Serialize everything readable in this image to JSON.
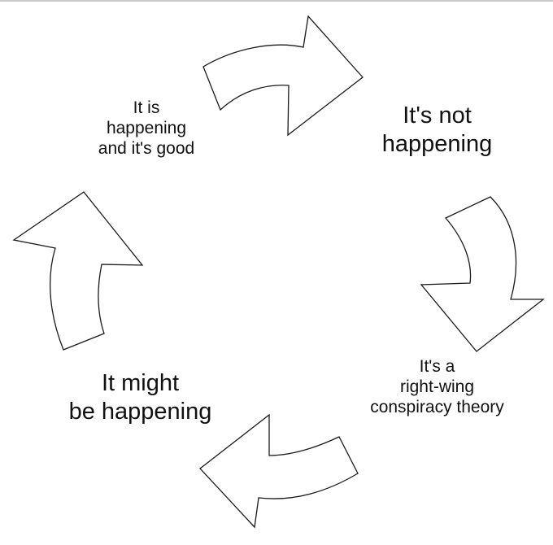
{
  "diagram": {
    "stages": [
      {
        "id": "good",
        "lines": [
          "It is",
          "happening",
          "and it's good"
        ]
      },
      {
        "id": "not",
        "lines": [
          "It's not",
          "happening"
        ]
      },
      {
        "id": "theory",
        "lines": [
          "It's a",
          "right-wing",
          "conspiracy theory"
        ]
      },
      {
        "id": "might",
        "lines": [
          "It might",
          "be happening"
        ]
      }
    ],
    "flow": "clockwise",
    "colors": {
      "background": "#ffffff",
      "arrow_fill": "#ffffff",
      "arrow_stroke": "#1a1a1a",
      "text": "#111111"
    }
  }
}
